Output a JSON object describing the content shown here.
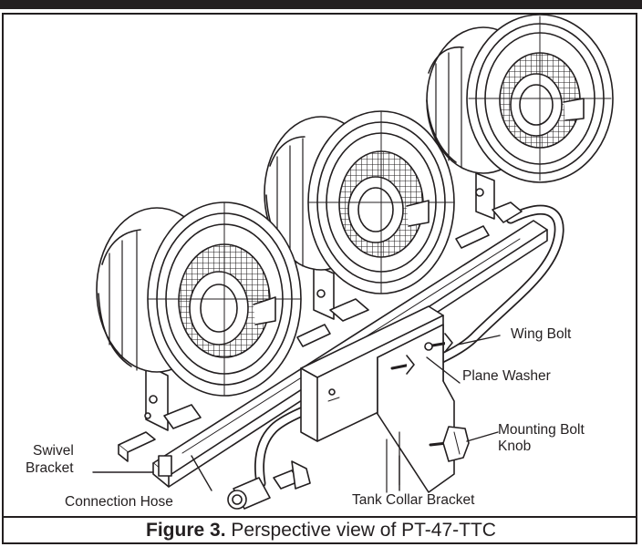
{
  "figure": {
    "caption_number": "Figure 3.",
    "caption_text": " Perspective view of PT-47-TTC"
  },
  "labels": {
    "wing_bolt": "Wing Bolt",
    "plane_washer": "Plane Washer",
    "mounting_bolt_knob_line1": "Mounting Bolt",
    "mounting_bolt_knob_line2": "Knob",
    "swivel_bracket_line1": "Swivel",
    "swivel_bracket_line2": "Bracket",
    "connection_hose": "Connection Hose",
    "tank_collar_bracket": "Tank Collar Bracket"
  },
  "colors": {
    "ink": "#231f20",
    "paper": "#ffffff"
  }
}
